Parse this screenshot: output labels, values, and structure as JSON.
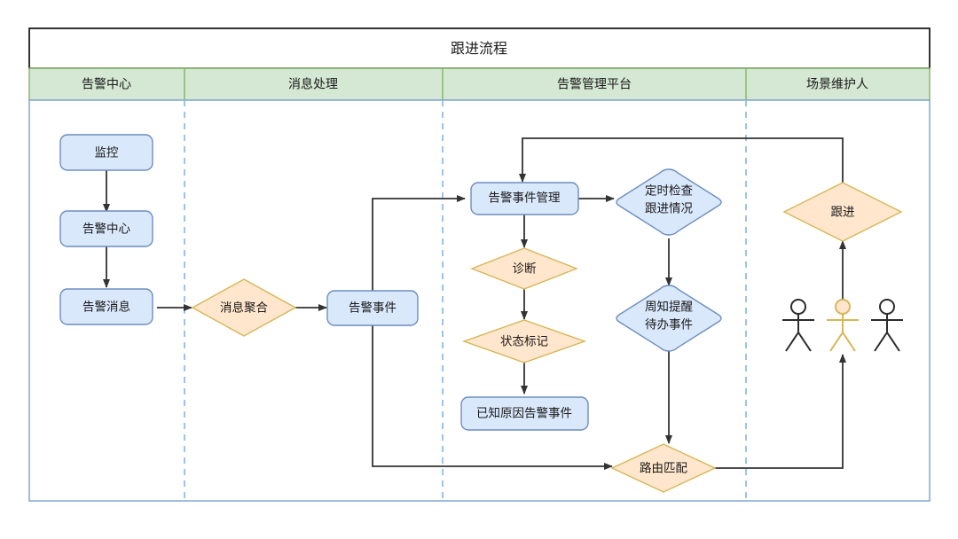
{
  "diagram": {
    "type": "flowchart",
    "pool_title": "跟进流程",
    "lanes": [
      {
        "id": "lane-alert-center",
        "label": "告警中心"
      },
      {
        "id": "lane-message",
        "label": "消息处理"
      },
      {
        "id": "lane-platform",
        "label": "告警管理平台"
      },
      {
        "id": "lane-maintainer",
        "label": "场景维护人"
      }
    ],
    "nodes": [
      {
        "id": "n-monitor",
        "label": "监控",
        "shape": "rounded-rect",
        "lane": "lane-alert-center"
      },
      {
        "id": "n-alert-center",
        "label": "告警中心",
        "shape": "rounded-rect",
        "lane": "lane-alert-center"
      },
      {
        "id": "n-alert-message",
        "label": "告警消息",
        "shape": "rounded-rect",
        "lane": "lane-alert-center"
      },
      {
        "id": "n-msg-aggregate",
        "label": "消息聚合",
        "shape": "diamond",
        "lane": "lane-message"
      },
      {
        "id": "n-alert-event",
        "label": "告警事件",
        "shape": "rounded-rect",
        "lane": "lane-message"
      },
      {
        "id": "n-event-manage",
        "label": "告警事件管理",
        "shape": "rounded-rect",
        "lane": "lane-platform"
      },
      {
        "id": "n-diagnose",
        "label": "诊断",
        "shape": "diamond",
        "lane": "lane-platform"
      },
      {
        "id": "n-status-mark",
        "label": "状态标记",
        "shape": "diamond",
        "lane": "lane-platform"
      },
      {
        "id": "n-known-cause",
        "label": "已知原因告警事件",
        "shape": "rounded-rect",
        "lane": "lane-platform"
      },
      {
        "id": "n-timed-check",
        "label": "定时检查\n跟进情况",
        "shape": "rounded-diamond",
        "lane": "lane-platform",
        "lines": [
          "定时检查",
          "跟进情况"
        ]
      },
      {
        "id": "n-notify-todo",
        "label": "周知提醒\n待办事件",
        "shape": "rounded-diamond",
        "lane": "lane-platform",
        "lines": [
          "周知提醒",
          "待办事件"
        ]
      },
      {
        "id": "n-route-match",
        "label": "路由匹配",
        "shape": "diamond",
        "lane": "lane-platform"
      },
      {
        "id": "n-followup",
        "label": "跟进",
        "shape": "diamond",
        "lane": "lane-maintainer"
      }
    ],
    "actors": [
      {
        "id": "actor-left",
        "color": "black"
      },
      {
        "id": "actor-center",
        "color": "gold"
      },
      {
        "id": "actor-right",
        "color": "black"
      }
    ],
    "edges": [
      {
        "from": "n-monitor",
        "to": "n-alert-center"
      },
      {
        "from": "n-alert-center",
        "to": "n-alert-message"
      },
      {
        "from": "n-alert-message",
        "to": "n-msg-aggregate"
      },
      {
        "from": "n-msg-aggregate",
        "to": "n-alert-event"
      },
      {
        "from": "n-alert-event",
        "to": "n-event-manage"
      },
      {
        "from": "n-event-manage",
        "to": "n-diagnose"
      },
      {
        "from": "n-diagnose",
        "to": "n-status-mark"
      },
      {
        "from": "n-status-mark",
        "to": "n-known-cause"
      },
      {
        "from": "n-event-manage",
        "to": "n-timed-check"
      },
      {
        "from": "n-timed-check",
        "to": "n-notify-todo"
      },
      {
        "from": "n-notify-todo",
        "to": "n-route-match"
      },
      {
        "from": "n-route-match",
        "to": "actor-center"
      },
      {
        "from": "actor-center",
        "to": "n-followup"
      },
      {
        "from": "n-followup",
        "to": "n-event-manage"
      },
      {
        "from": "n-alert-event",
        "to": "n-route-match"
      }
    ],
    "colors": {
      "blue_fill": "#dae8fc",
      "blue_stroke": "#6c8ebf",
      "gold_fill": "#ffe6cc",
      "gold_stroke": "#d6b656",
      "green_fill": "#d5e8d4",
      "green_stroke": "#82b366",
      "lane_divider": "#9dc3e6",
      "pool_border": "#000000",
      "body_border": "#7b9fd4",
      "arrow": "#333333",
      "text": "#1a1a1a",
      "actor_black": "#2b2b2b",
      "actor_gold": "#d6b656"
    }
  }
}
